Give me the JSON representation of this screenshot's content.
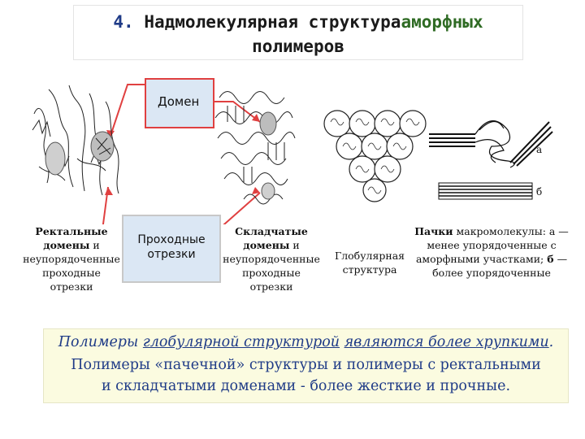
{
  "title": {
    "number": "4.",
    "line1_main": "Надмолекулярная структура",
    "line1_highlight": "аморфных",
    "line2": "полимеров"
  },
  "labels": {
    "domain": "Домен",
    "passing_segments": "Проходные отрезки",
    "letter_a": "а",
    "letter_b": "б"
  },
  "captions": {
    "rectal_bold": "Ректальные домены",
    "rectal_rest": "и неупорядоченные проходные отрезки",
    "folded_bold": "Складчатые домены",
    "folded_rest": "и неупорядоченные проходные отрезки",
    "globular": "Глобулярная структура",
    "bundles_bold": "Пачки",
    "bundles_rest1": "макромолекулы: а — менее упорядоченные с аморфными участками;",
    "bundles_bold2": "б",
    "bundles_rest2": "— более упорядоченные"
  },
  "summary": {
    "line1_a": "Полимеры",
    "line1_b": "глобулярной структурой",
    "line1_c": "являются более хрупкими",
    "line1_d": ".",
    "line2": "Полимеры «пачечной» структуры и полимеры с ректальными",
    "line3": "и складчатыми доменами - более жесткие и прочные."
  },
  "colors": {
    "accent_blue": "#1f3b87",
    "accent_green": "#2f6b24",
    "arrow_red": "#e04040",
    "box_fill": "#dbe7f4",
    "summary_fill": "#fbfbe0"
  }
}
